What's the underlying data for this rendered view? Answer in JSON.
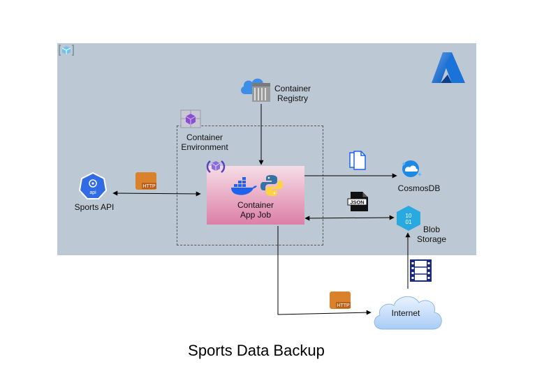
{
  "diagram": {
    "title": "Sports Data Backup",
    "nodes": {
      "container_registry": [
        "Container",
        "Registry"
      ],
      "container_environment": [
        "Container",
        "Environment"
      ],
      "container_app_job": [
        "Container",
        "App Job"
      ],
      "sports_api": "Sports API",
      "cosmosdb": "CosmosDB",
      "blob_storage": [
        "Blob",
        "Storage"
      ],
      "internet": "Internet"
    },
    "badges": {
      "http": "HTTP",
      "json": "JSON",
      "api": "api",
      "blob_bits": [
        "10",
        "01"
      ]
    },
    "edges": [
      {
        "from": "Container Registry",
        "to": "Container App Job"
      },
      {
        "from": "Sports API",
        "to": "Container App Job",
        "bidirectional": true
      },
      {
        "from": "Container App Job",
        "to": "CosmosDB"
      },
      {
        "from": "Container App Job",
        "to": "Blob Storage",
        "bidirectional": true
      },
      {
        "from": "Container App Job",
        "to": "Internet"
      },
      {
        "from": "Internet",
        "to": "Blob Storage"
      }
    ],
    "colors": {
      "region_bg": "#bcc8d3",
      "job_gradient_top": "#f6dde6",
      "job_gradient_bottom": "#dc7fa6",
      "azure_blue": "#1976d2",
      "http_orange": "#d9822b"
    }
  }
}
